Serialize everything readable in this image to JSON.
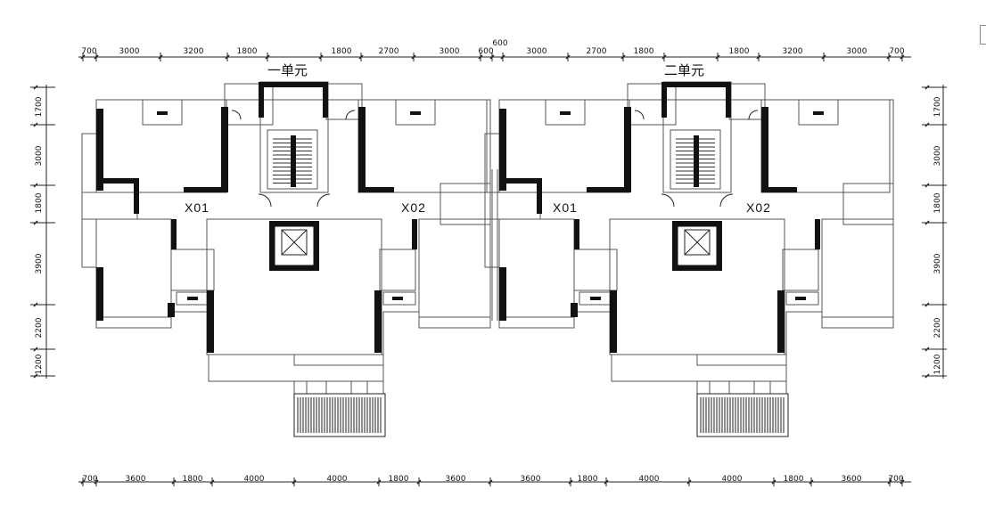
{
  "top_dims_left": [
    "700",
    "3000",
    "3200",
    "1800",
    "1800",
    "2700",
    "3000",
    "600"
  ],
  "top_dims_mid": "600",
  "top_dims_right": [
    "3000",
    "2700",
    "1800",
    "1800",
    "3200",
    "3000",
    "700"
  ],
  "bottom_dims": [
    "700",
    "3600",
    "1800",
    "4000",
    "4000",
    "1800",
    "3600",
    "3600",
    "1800",
    "4000",
    "4000",
    "1800",
    "3600",
    "700"
  ],
  "left_dims": [
    "1700",
    "3000",
    "1800",
    "3900",
    "2200",
    "1200"
  ],
  "right_dims": [
    "1700",
    "3000",
    "1800",
    "3900",
    "2200",
    "1200"
  ],
  "unit_labels": [
    "一单元",
    "二单元"
  ],
  "unit_types": [
    "X01",
    "X02",
    "X01",
    "X02"
  ]
}
